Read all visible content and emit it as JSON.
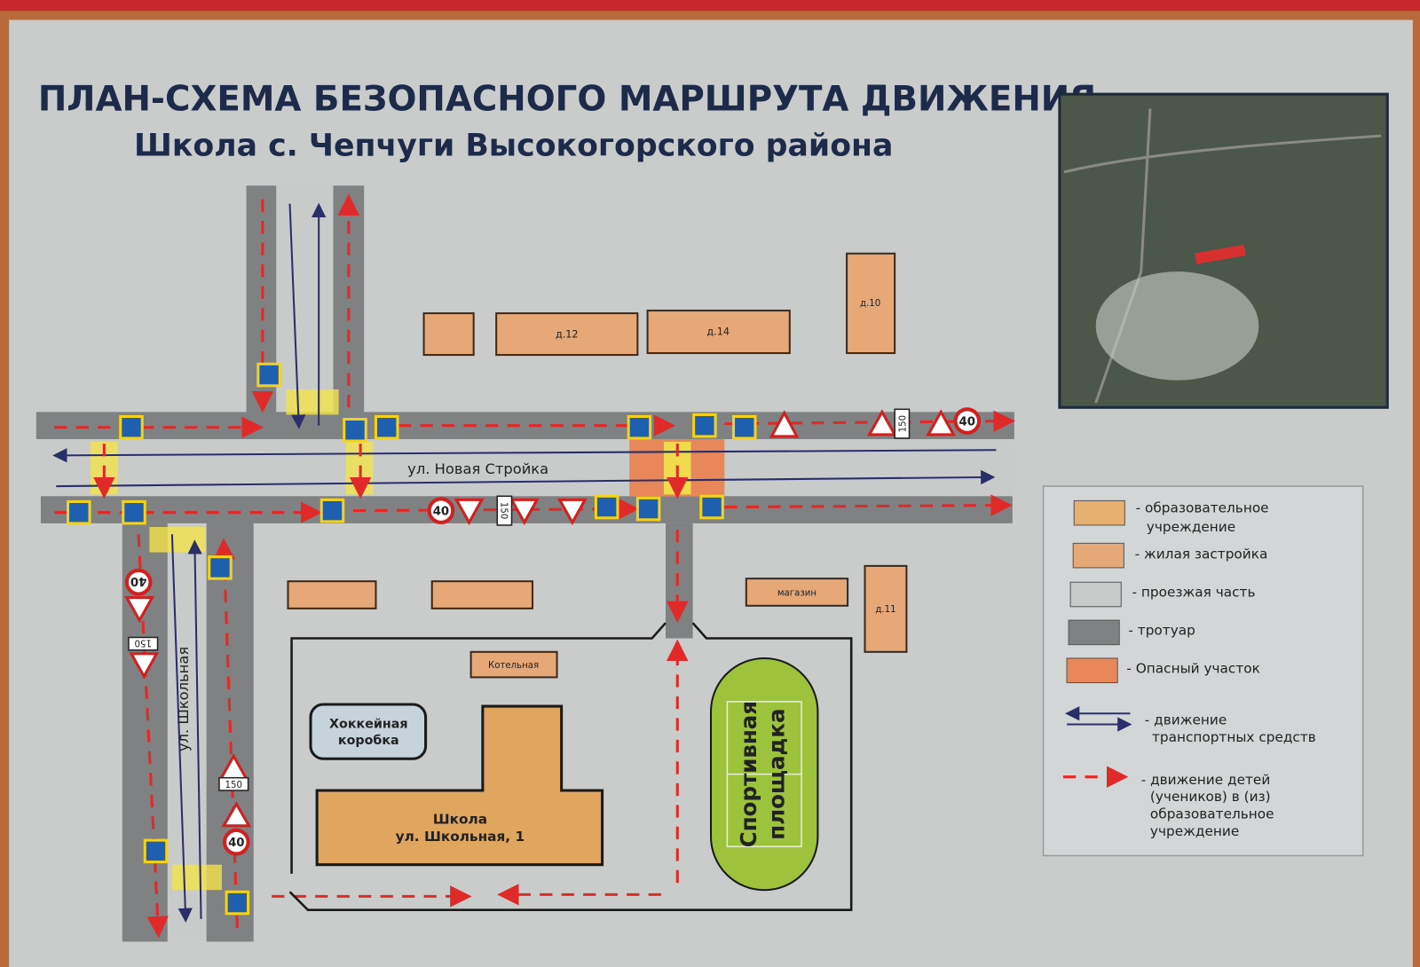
{
  "title": "ПЛАН-СХЕМА БЕЗОПАСНОГО МАРШРУТА ДВИЖЕНИЯ",
  "subtitle": "Школа с. Чепчуги Высокогорского района",
  "streets": {
    "main": "ул. Новая Стройка",
    "side": "ул. Школьная"
  },
  "buildings": {
    "d12": "д.12",
    "d14": "д.14",
    "d10": "д.10",
    "d11": "д.11",
    "shop": "магазин",
    "boiler": "Котельная",
    "hockey_line1": "Хоккейная",
    "hockey_line2": "коробка",
    "school_line1": "Школа",
    "school_line2": "ул. Школьная, 1",
    "sport_line1": "Спортивная",
    "sport_line2": "площадка"
  },
  "signs": {
    "speed_limit": "40",
    "distance": "150"
  },
  "legend": {
    "items": [
      {
        "label_1": "- образовательное",
        "label_2": "учреждение",
        "color": "#e6b070"
      },
      {
        "label_1": "- жилая застройка",
        "color": "#e7a877"
      },
      {
        "label_1": "- проезжая часть",
        "color": "#c8cbca"
      },
      {
        "label_1": "- тротуар",
        "color": "#7f8182"
      },
      {
        "label_1": "- Опасный участок",
        "color": "#e8875a"
      }
    ],
    "vehicles_1": "- движение",
    "vehicles_2": "транспортных средств",
    "kids_1": "- движение детей",
    "kids_2": "(учеников) в (из)",
    "kids_3": "образовательное",
    "kids_4": "учреждение"
  },
  "colors": {
    "poster": "#c9cccb",
    "frame": "#b86a3a",
    "kid_route": "#e02a2a",
    "traffic": "#2a2f6a"
  }
}
